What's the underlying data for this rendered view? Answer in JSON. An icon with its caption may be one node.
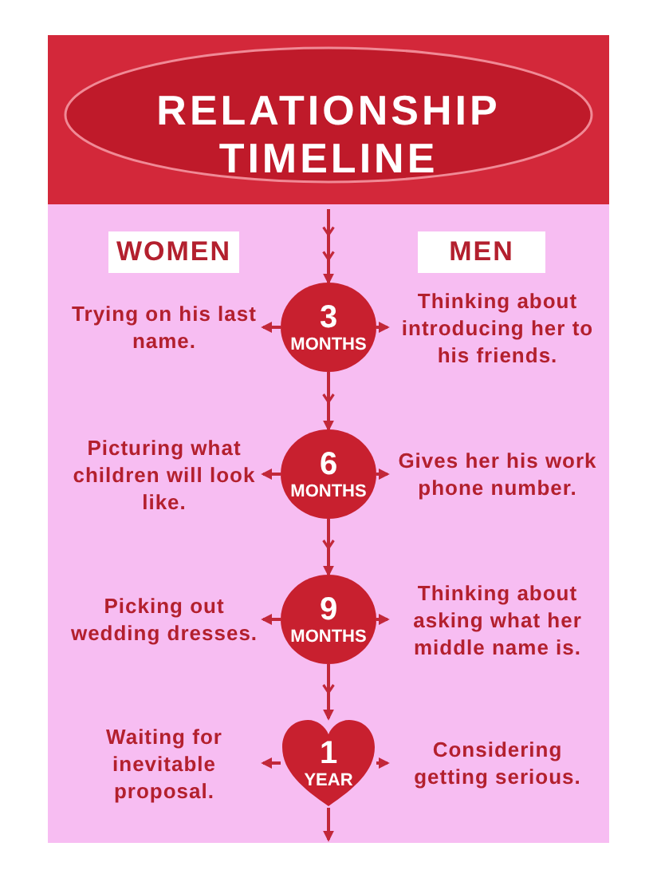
{
  "diagram": {
    "title": "RELATIONSHIP TIMELINE",
    "nodes": [
      {
        "text": [
          "WOMEN"
        ]
      },
      {
        "text": [
          "MEN"
        ]
      },
      {
        "text": [
          "Trying on his last name."
        ]
      },
      {
        "text": [
          "3 MONTHS"
        ]
      },
      {
        "text": [
          "Thinking about introducing her to his friends."
        ]
      },
      {
        "text": [
          "Picturing what children will look like."
        ]
      },
      {
        "text": [
          "6 MONTHS"
        ]
      },
      {
        "text": [
          "Gives her his work phone number."
        ]
      },
      {
        "text": [
          "Picking out wedding dresses."
        ]
      },
      {
        "text": [
          "9 MONTHS"
        ]
      },
      {
        "text": [
          "Thinking about asking what her middle name is."
        ]
      },
      {
        "text": [
          "Waiting for inevitable proposal."
        ]
      },
      {
        "text": [
          "1 YEAR"
        ]
      },
      {
        "text": [
          "Considering getting serious."
        ]
      }
    ],
    "edges": [
      {
        "from": null,
        "to": 3,
        "arrow": "to"
      },
      {
        "from": 3,
        "to": 2,
        "arrow": "to"
      },
      {
        "from": 3,
        "to": 4,
        "arrow": "to"
      },
      {
        "from": 3,
        "to": 6,
        "arrow": "to"
      },
      {
        "from": 6,
        "to": 5,
        "arrow": "to"
      },
      {
        "from": 6,
        "to": 7,
        "arrow": "to"
      },
      {
        "from": 6,
        "to": 9,
        "arrow": "to"
      },
      {
        "from": 9,
        "to": 8,
        "arrow": "to"
      },
      {
        "from": 9,
        "to": 10,
        "arrow": "to"
      },
      {
        "from": 9,
        "to": 12,
        "arrow": "to"
      },
      {
        "from": 12,
        "to": 11,
        "arrow": "to"
      },
      {
        "from": 12,
        "to": 13,
        "arrow": "to"
      },
      {
        "from": 12,
        "to": null,
        "arrow": "to"
      }
    ]
  }
}
